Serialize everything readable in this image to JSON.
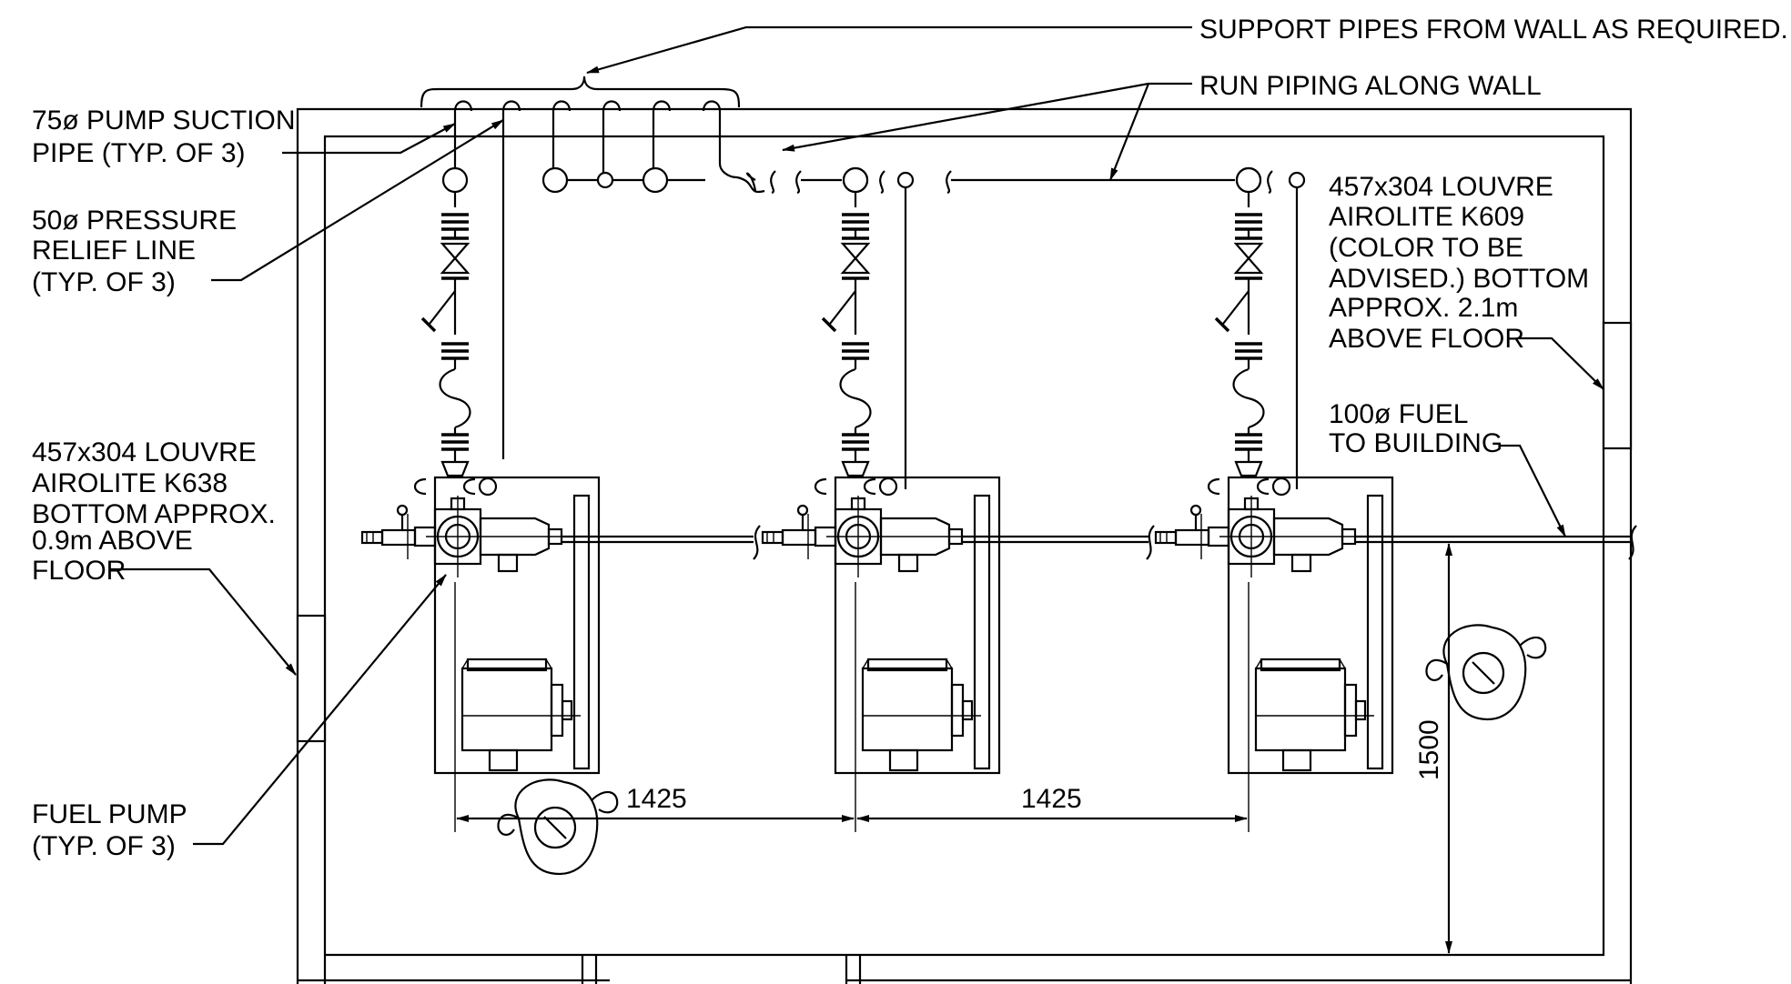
{
  "notes": {
    "support_pipes": "SUPPORT PIPES FROM WALL AS REQUIRED.",
    "run_piping": "RUN PIPING ALONG WALL",
    "suction_1": "75ø PUMP SUCTION",
    "suction_2": "PIPE (TYP. OF 3)",
    "relief_1": "50ø PRESSURE",
    "relief_2": "RELIEF LINE",
    "relief_3": "(TYP. OF 3)",
    "louvre_left_1": "457x304 LOUVRE",
    "louvre_left_2": "AIROLITE K638",
    "louvre_left_3": "BOTTOM APPROX.",
    "louvre_left_4": "0.9m ABOVE",
    "louvre_left_5": "FLOOR",
    "fuel_pump_1": "FUEL PUMP",
    "fuel_pump_2": "(TYP. OF 3)",
    "louvre_right_1": "457x304 LOUVRE",
    "louvre_right_2": "AIROLITE K609",
    "louvre_right_3": "(COLOR TO BE",
    "louvre_right_4": "ADVISED.) BOTTOM",
    "louvre_right_5": "APPROX. 2.1m",
    "louvre_right_6": "ABOVE FLOOR",
    "fuel_bldg_1": "100ø FUEL",
    "fuel_bldg_2": "TO BUILDING"
  },
  "dimensions": {
    "pump_spacing_1": "1425",
    "pump_spacing_2": "1425",
    "clearance": "1500"
  },
  "colors": {
    "line": "#000000",
    "background": "#ffffff"
  }
}
